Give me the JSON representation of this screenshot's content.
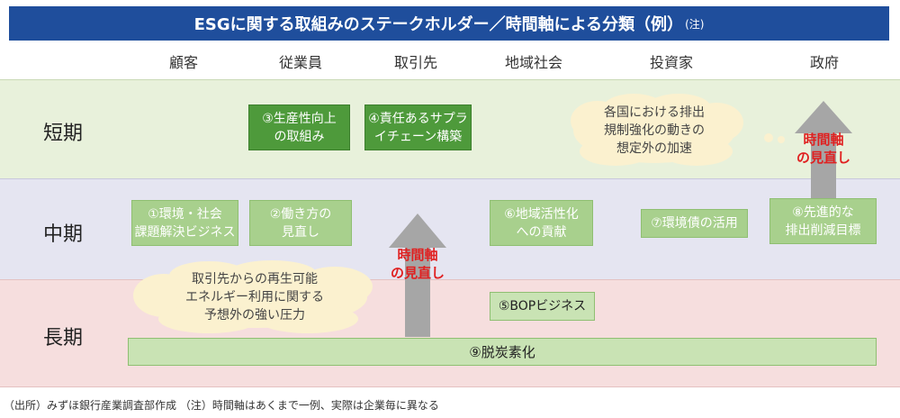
{
  "title": "ESGに関する取組みのステークホルダー／時間軸による分類（例）",
  "title_note": "(注)",
  "columns": [
    "顧客",
    "従業員",
    "取引先",
    "地域社会",
    "投資家",
    "政府"
  ],
  "rows": {
    "short": "短期",
    "mid": "中期",
    "long": "長期"
  },
  "boxes": {
    "b3": [
      "③生産性向上",
      "の取組み"
    ],
    "b4": [
      "④責任あるサプラ",
      "イチェーン構築"
    ],
    "b1": [
      "①環境・社会",
      "課題解決ビジネス"
    ],
    "b2": [
      "②働き方の",
      "見直し"
    ],
    "b6": [
      "⑥地域活性化",
      "への貢献"
    ],
    "b7": "⑦環境債の活用",
    "b8": [
      "⑧先進的な",
      "排出削減目標"
    ],
    "b5": "⑤BOPビジネス",
    "b9": "⑨脱炭素化"
  },
  "clouds": {
    "upper": [
      "各国における排出",
      "規制強化の動きの",
      "想定外の加速"
    ],
    "lower": [
      "取引先からの再生可能",
      "エネルギー利用に関する",
      "予想外の強い圧力"
    ]
  },
  "arrow_labels": {
    "left": [
      "時間軸",
      "の見直し"
    ],
    "right": [
      "時間軸",
      "の見直し"
    ]
  },
  "footer": "（出所）みずほ銀行産業調査部作成 （注）時間軸はあくまで一例、実際は企業毎に異なる",
  "colors": {
    "title_bg": "#1f4e9c",
    "dark_green": "#4e9a3b",
    "light_green": "#a8d08d",
    "arrow_gray": "#a6a6a6",
    "arrow_text": "#e02020"
  }
}
